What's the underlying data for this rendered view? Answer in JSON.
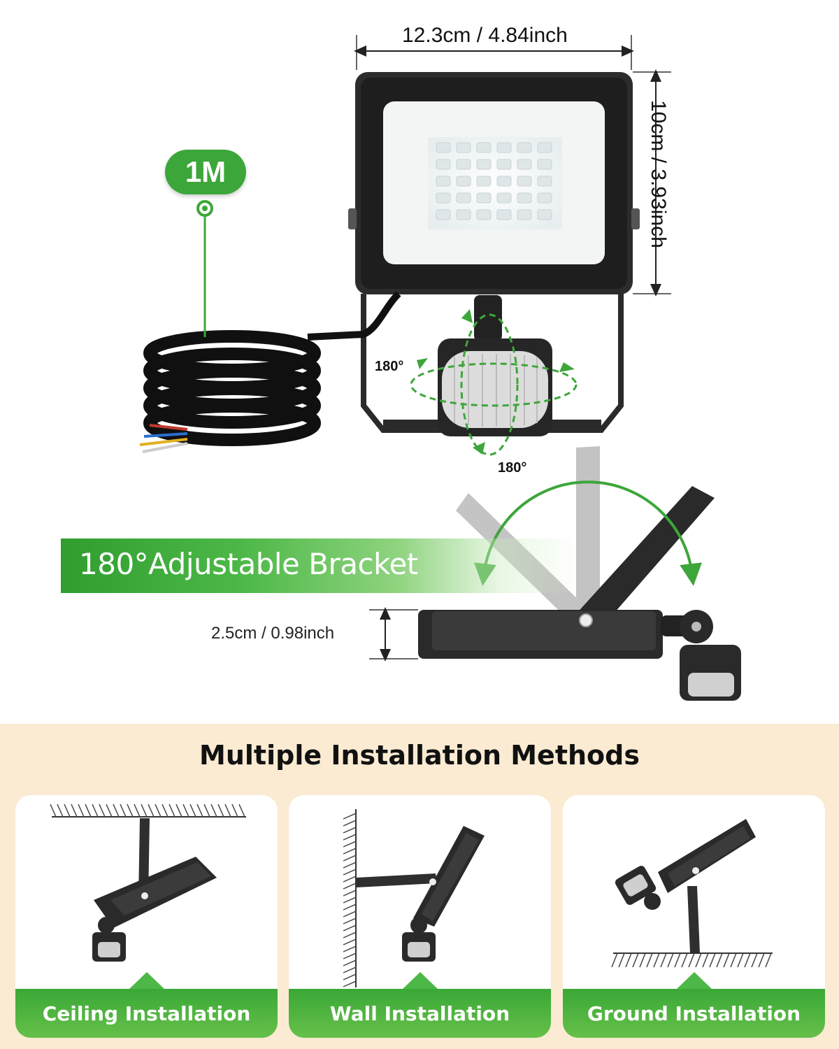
{
  "dimensions": {
    "width_label": "12.3cm / 4.84inch",
    "height_label": "10cm / 3.93inch",
    "depth_label": "2.5cm / 0.98inch"
  },
  "cable": {
    "length_label": "1M"
  },
  "rotation": {
    "horizontal_label": "180°",
    "vertical_label": "180°"
  },
  "bracket": {
    "label": "180°Adjustable Bracket"
  },
  "installation": {
    "title": "Multiple Installation Methods",
    "methods": [
      {
        "label": "Ceiling Installation"
      },
      {
        "label": "Wall Installation"
      },
      {
        "label": "Ground Installation"
      }
    ]
  },
  "colors": {
    "accent": "#3da63a",
    "panel_bg": "#faebd2",
    "device": "#2a2a2a"
  }
}
